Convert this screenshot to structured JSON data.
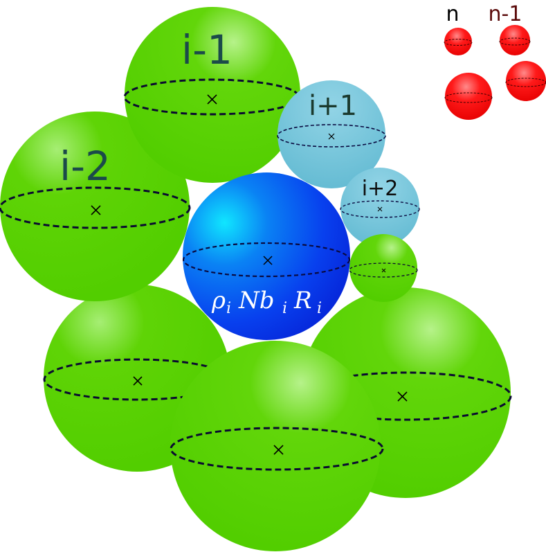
{
  "labels": {
    "i_minus_1": "i-1",
    "i_minus_2": "i-2",
    "i_plus_1": "i+1",
    "i_plus_2": "i+2",
    "n": "n",
    "n_minus_1": "n-1",
    "center_rho": "ρ",
    "center_nb": "Nb",
    "center_r": "R",
    "subscript": "i"
  },
  "colors": {
    "green": "#5ad200",
    "light_blue": "#6cc0d8",
    "blue": "#1040f0",
    "red": "#ff0000",
    "outline": "#0a0a30"
  }
}
